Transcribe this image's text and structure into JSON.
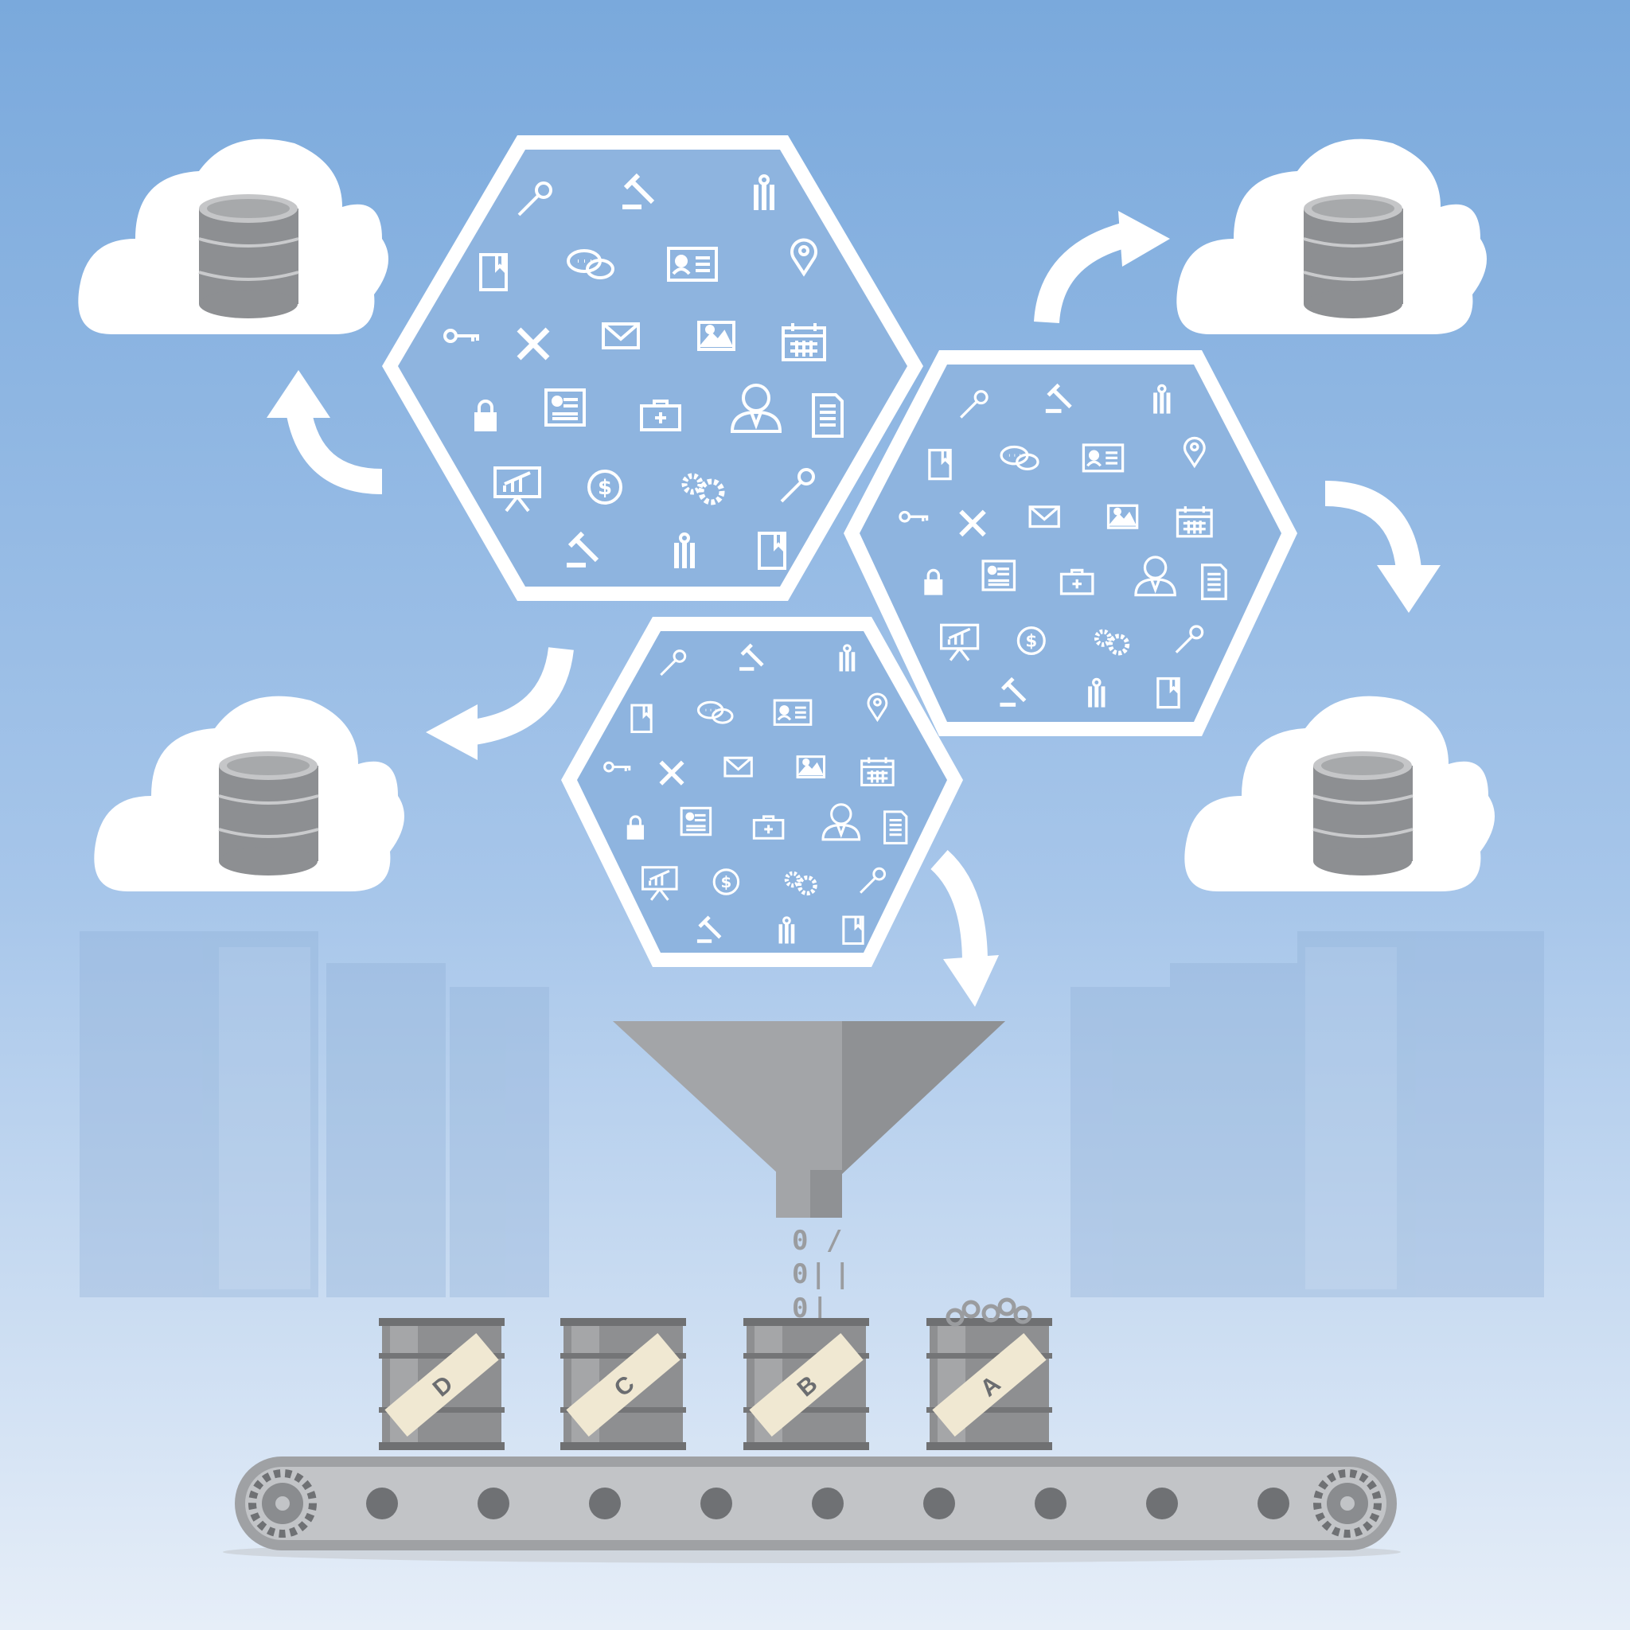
{
  "barrels": [
    {
      "label": "D"
    },
    {
      "label": "C"
    },
    {
      "label": "B"
    },
    {
      "label": "A"
    }
  ],
  "binary_stream": [
    "0",
    "/",
    "0",
    "|",
    "|",
    "0",
    "|",
    "0",
    "\\"
  ],
  "icons": [
    "wrench-icon",
    "gavel-icon",
    "keys-icon",
    "book-icon",
    "chat-bubbles-icon",
    "id-card-icon",
    "map-pin-icon",
    "key-icon",
    "tools-icon",
    "envelope-icon",
    "image-icon",
    "calendar-icon",
    "lock-icon",
    "profile-card-icon",
    "medical-kit-icon",
    "user-icon",
    "document-icon",
    "presentation-chart-icon",
    "dollar-icon",
    "gears-icon"
  ],
  "colors": {
    "sky_top": "#7aa9dc",
    "sky_bottom": "#e6eef8",
    "frame": "#ffffff",
    "database": "#8d8f92",
    "funnel": "#a3a5a8",
    "barrel": "#8e8f91",
    "label_tape": "#f0e8d2",
    "belt": "#9fa1a4"
  }
}
